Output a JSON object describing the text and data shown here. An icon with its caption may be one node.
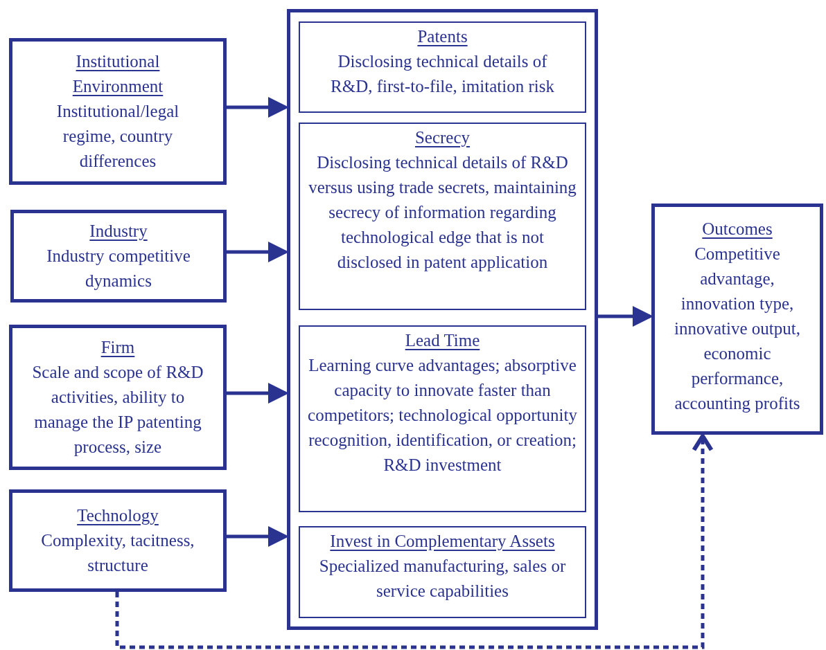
{
  "diagram": {
    "nodes": [
      {
        "text": [
          "Institutional Environment",
          "Institutional/legal regime, country differences"
        ]
      },
      {
        "text": [
          "Industry",
          "Industry competitive dynamics"
        ]
      },
      {
        "text": [
          "Firm",
          "Scale and scope of R&D activities, ability to manage the IP patenting process, size"
        ]
      },
      {
        "text": [
          "Technology",
          "Complexity, tacitness, structure"
        ]
      },
      {
        "text": [],
        "shape": "box"
      },
      {
        "text": [
          "Patents",
          "Disclosing technical details of R&D, first-to-file, imitation risk"
        ],
        "in": 4
      },
      {
        "text": [
          "Secrecy",
          "Disclosing technical details of R&D versus using trade secrets, maintaining secrecy of information regarding technological edge that is not disclosed in patent application"
        ],
        "in": 4
      },
      {
        "text": [
          "Lead Time",
          "Learning curve advantages; absorptive capacity to innovate faster than competitors; technological opportunity recognition, identification, or creation; R&D investment"
        ],
        "in": 4
      },
      {
        "text": [
          "Invest in Complementary Assets",
          "Specialized manufacturing, sales or service capabilities"
        ],
        "in": 4
      },
      {
        "text": [
          "Outcomes",
          "Competitive advantage, innovation type, innovative output, economic performance, accounting profits"
        ]
      }
    ],
    "edges": [
      {
        "from": 0,
        "to": 4,
        "arrow": "to"
      },
      {
        "from": 1,
        "to": 4,
        "arrow": "to"
      },
      {
        "from": 2,
        "to": 4,
        "arrow": "to"
      },
      {
        "from": 3,
        "to": 4,
        "arrow": "to"
      },
      {
        "from": 4,
        "to": 9,
        "arrow": "to"
      },
      {
        "from": 3,
        "to": 9,
        "arrow": "to",
        "style": "dashed"
      }
    ]
  }
}
